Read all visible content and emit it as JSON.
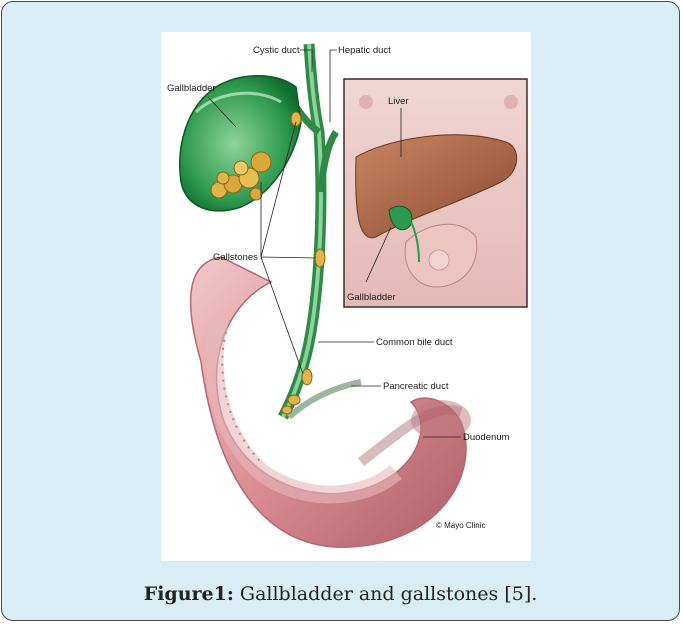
{
  "figure": {
    "labels": {
      "cystic_duct": "Cystic duct",
      "hepatic_duct": "Hepatic duct",
      "gallbladder": "Gallbladder",
      "gallstones": "Gallstones",
      "common_bile_duct": "Common bile duct",
      "pancreatic_duct": "Pancreatic duct",
      "duodenum": "Duodenum",
      "liver": "Liver",
      "inset_gallbladder": "Gallbladder",
      "copyright": "© Mayo Clinic"
    }
  },
  "caption": {
    "prefix": "Figure1:",
    "text": " Gallbladder and gallstones [5]."
  }
}
